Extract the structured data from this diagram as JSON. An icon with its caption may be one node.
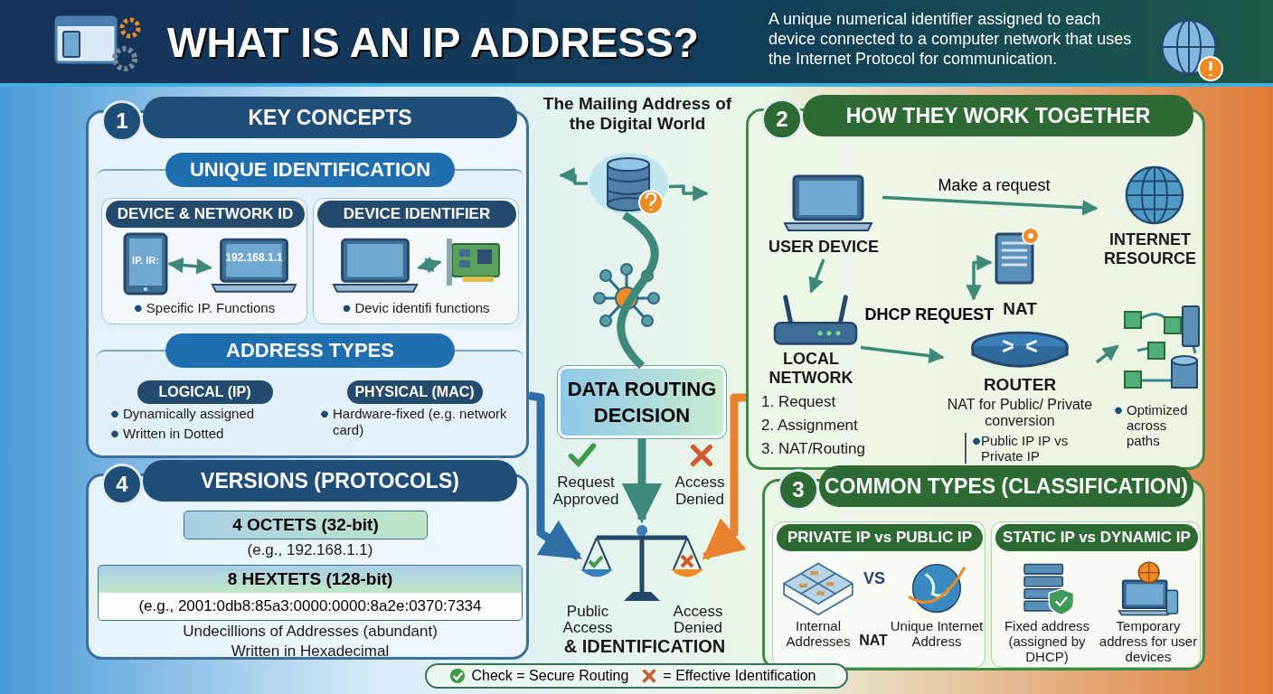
{
  "diagram": {
    "title": "WHAT IS AN IP ADDRESS?",
    "nodes": [
      {
        "text": [
          "1",
          "KEY CONCEPTS"
        ]
      },
      {
        "text": [
          "UNIQUE IDENTIFICATION"
        ],
        "in": 0
      },
      {
        "text": [
          "DEVICE & NETWORK ID",
          "Specific IP. Functions"
        ],
        "in": 1
      },
      {
        "text": [
          "IP. IR:"
        ],
        "in": 2
      },
      {
        "text": [
          "192.168.1.1"
        ],
        "in": 2
      },
      {
        "text": [
          "DEVICE IDENTIFIER",
          "Devic identifi functions"
        ],
        "in": 1
      },
      {
        "text": [],
        "shape": "picture",
        "in": 5
      },
      {
        "text": [],
        "shape": "picture",
        "in": 5
      },
      {
        "text": [
          "ADDRESS TYPES"
        ],
        "in": 0
      },
      {
        "text": [
          "LOGICAL (IP)",
          "Dynamically assigned",
          "Written in Dotted"
        ],
        "in": 8
      },
      {
        "text": [
          "PHYSICAL (MAC)",
          "Hardware-fixed (e.g. network card)"
        ],
        "in": 8
      },
      {
        "text": [
          "4",
          "VERSIONS (PROTOCOLS)"
        ]
      },
      {
        "text": [
          "4 OCTETS (32-bit)"
        ],
        "beside": [
          "(e.g., 192.168.1.1)"
        ],
        "in": 11
      },
      {
        "text": [
          "8 HEXTETS (128-bit)",
          "(e.g., 2001:0db8:85a3:0000:0000:8a2e:0370:7334"
        ],
        "beside": [
          "Undecillions of Addresses (abundant)",
          "Written in Hexadecimal"
        ],
        "in": 11
      },
      {
        "text": [
          "The Mailing Address of the Digital World"
        ]
      },
      {
        "text": [],
        "shape": "cylinder"
      },
      {
        "text": [
          "DATA ROUTING DECISION"
        ]
      },
      {
        "text": [],
        "shape": "picture"
      },
      {
        "text": [
          "2",
          "HOW THEY WORK TOGETHER"
        ]
      },
      {
        "text": [
          "USER DEVICE"
        ],
        "in": 18
      },
      {
        "text": [
          "INTERNET RESOURCE"
        ],
        "in": 18
      },
      {
        "text": [
          "LOCAL NETWORK"
        ],
        "beside": [
          "1. Request",
          "2. Assignment",
          "3. NAT/Routing"
        ],
        "in": 18
      },
      {
        "text": [
          "NAT",
          "ROUTER",
          "NAT for Public/ Private conversion",
          "Public IP IP vs Private IP"
        ],
        "in": 18
      },
      {
        "text": [],
        "shape": "picture",
        "in": 18
      },
      {
        "text": [],
        "shape": "picture",
        "beside": [
          "Optimized across paths"
        ],
        "in": 18
      },
      {
        "text": [
          "3",
          "COMMON TYPES (CLASSIFICATION)"
        ]
      },
      {
        "text": [
          "PRIVATE IP vs PUBLIC IP"
        ],
        "in": 25
      },
      {
        "text": [
          "Internal Addresses"
        ],
        "in": 26
      },
      {
        "text": [
          "Unique Internet Address"
        ],
        "in": 26
      },
      {
        "text": [
          "STATIC IP vs DYNAMIC IP"
        ],
        "in": 25
      },
      {
        "text": [
          "Fixed address (assigned by DHCP)"
        ],
        "in": 29
      },
      {
        "text": [
          "Temporary address for user devices"
        ],
        "in": 29
      }
    ],
    "edges": [
      {
        "from": 3,
        "to": 4,
        "arrow": "both"
      },
      {
        "from": 6,
        "to": 7,
        "arrow": "both"
      },
      {
        "from": 15,
        "to": null,
        "arrow": "to"
      },
      {
        "from": 15,
        "to": null,
        "arrow": "to"
      },
      {
        "from": 15,
        "to": 16,
        "arrow": "none",
        "style": "thick"
      },
      {
        "from": 16,
        "to": 17,
        "arrow": "to",
        "style": "thick"
      },
      {
        "from": 0,
        "to": 17,
        "arrow": "to",
        "style": "thick",
        "color": "#2f6fa8"
      },
      {
        "from": 18,
        "to": 17,
        "arrow": "to",
        "style": "thick",
        "color": "#e8822e"
      },
      {
        "from": 19,
        "to": 20,
        "label": "Make a request",
        "arrow": "to"
      },
      {
        "from": 19,
        "to": 21,
        "arrow": "to"
      },
      {
        "from": 21,
        "to": 22,
        "label": "DHCP REQUEST",
        "arrow": "to"
      },
      {
        "from": 22,
        "to": 23,
        "arrow": "both"
      },
      {
        "from": 22,
        "to": 24,
        "arrow": "to"
      }
    ],
    "labels": [
      "A unique numerical identifier assigned to each device connected to a computer network that uses the Internet Protocol for communication.",
      "Request Approved",
      "Access Denied",
      "Public Access",
      "Access Denied",
      "& IDENTIFICATION",
      "VS",
      "NAT"
    ],
    "legend": [
      {
        "text": "Check = Secure Routing"
      },
      {
        "text": "= Effective Identification"
      }
    ]
  }
}
